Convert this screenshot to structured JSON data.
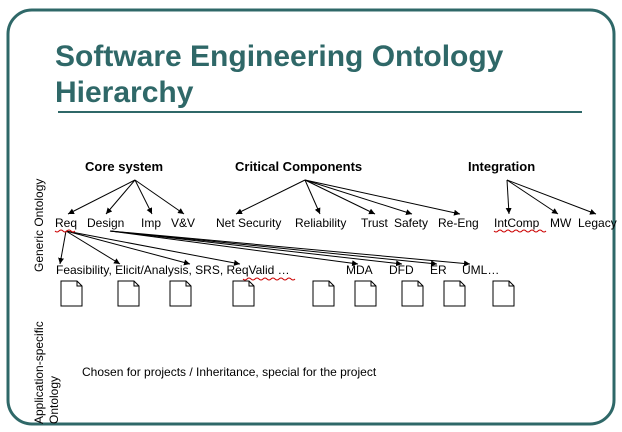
{
  "title": {
    "line1": "Software Engineering Ontology",
    "line2": "Hierarchy"
  },
  "side_labels": {
    "generic": "Generic Ontology",
    "application": "Application-specific Ontology"
  },
  "groups": {
    "core": "Core system",
    "critical": "Critical Components",
    "integration": "Integration"
  },
  "core_items": [
    "Req",
    "Design",
    "Imp",
    "V&V"
  ],
  "critical_items": [
    "Net Security",
    "Reliability",
    "Trust",
    "Safety",
    "Re-Eng"
  ],
  "integration_items": [
    "IntComp",
    "MW",
    "Legacy"
  ],
  "req_children_text": "Feasibility, Elicit/Analysis, SRS, ReqValid …",
  "design_children": [
    "MDA",
    "DFD",
    "ER",
    "UML…"
  ],
  "caption": "Chosen for projects / Inheritance, special for the project",
  "colors": {
    "title": "#2f6868",
    "border": "#2f6868",
    "rule": "#2f6868",
    "spell_underline": "#cc0000"
  }
}
